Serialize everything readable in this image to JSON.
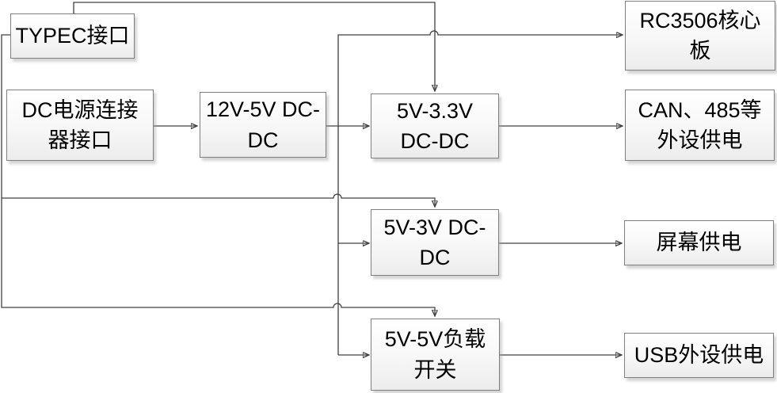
{
  "diagram_type": "power-distribution-block-diagram",
  "blocks": [
    {
      "id": "typec",
      "label": "TYPEC接口"
    },
    {
      "id": "dc-connector",
      "label": "DC电源连接\n器接口"
    },
    {
      "id": "dcdc-12v-5v",
      "label": "12V-5V DC-\nDC"
    },
    {
      "id": "dcdc-5v-3v3",
      "label": "5V-3.3V\nDC-DC"
    },
    {
      "id": "dcdc-5v-3v",
      "label": "5V-3V DC-\nDC"
    },
    {
      "id": "load-switch",
      "label": "5V-5V负载\n开关"
    },
    {
      "id": "rc3506",
      "label": "RC3506核心\n板"
    },
    {
      "id": "can485",
      "label": "CAN、485等\n外设供电"
    },
    {
      "id": "screen",
      "label": "屏幕供电"
    },
    {
      "id": "usb",
      "label": "USB外设供电"
    }
  ],
  "edges": [
    {
      "from": "typec",
      "to": "dcdc-5v-3v3"
    },
    {
      "from": "typec",
      "to": "dcdc-5v-3v"
    },
    {
      "from": "typec",
      "to": "load-switch"
    },
    {
      "from": "dc-connector",
      "to": "dcdc-12v-5v"
    },
    {
      "from": "dcdc-12v-5v",
      "to": "dcdc-5v-3v3"
    },
    {
      "from": "5v-rail",
      "to": "rc3506"
    },
    {
      "from": "5v-rail",
      "to": "dcdc-5v-3v"
    },
    {
      "from": "5v-rail",
      "to": "load-switch"
    },
    {
      "from": "dcdc-5v-3v3",
      "to": "can485"
    },
    {
      "from": "dcdc-5v-3v",
      "to": "screen"
    },
    {
      "from": "load-switch",
      "to": "usb"
    }
  ],
  "colors": {
    "background": "#ffffff",
    "box_border": "#7f7f7f",
    "box_fill_top": "#ffffff",
    "box_fill_bottom": "#ececec",
    "connector": "#404040",
    "text": "#000000"
  }
}
